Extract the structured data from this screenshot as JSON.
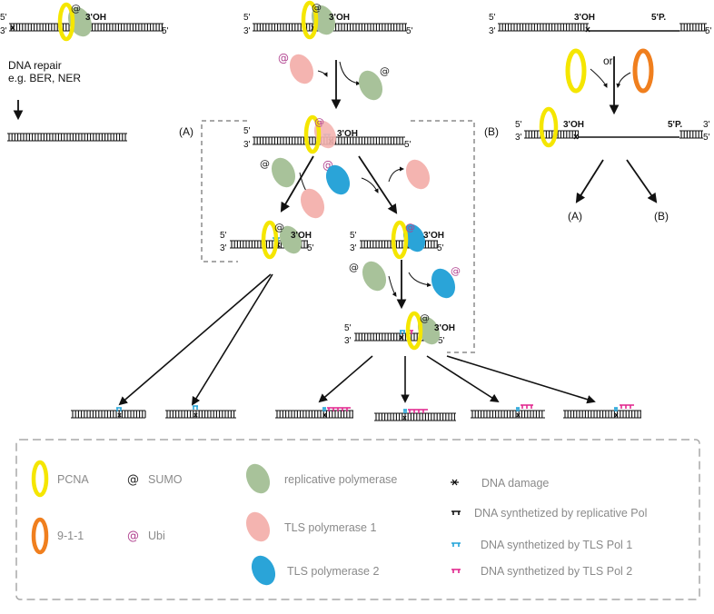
{
  "labels": {
    "five": "5'",
    "three": "3'",
    "oh": "3'OH",
    "five_p": "5'P.",
    "repair_line1": "DNA repair",
    "repair_line2": "e.g. BER, NER",
    "or": "or",
    "branch_a": "(A)",
    "branch_b": "(B)"
  },
  "legend": {
    "pcna": "PCNA",
    "sumo": "SUMO",
    "replicative_pol": "replicative polymerase",
    "dna_damage": "DNA damage",
    "nine_one_one": "9-1-1",
    "ubi": "Ubi",
    "tls_pol1": "TLS polymerase 1",
    "tls_pol2": "TLS polymerase 2",
    "syn_replicative": "DNA synthetized by replicative Pol",
    "syn_tls1": "DNA synthetized by TLS Pol 1",
    "syn_tls2": "DNA synthetized by TLS Pol 2"
  },
  "colors": {
    "pcna": "#f5e600",
    "nine_one_one": "#f07f1e",
    "replicative_pol": "#a8c29a",
    "tls_pol1": "#f4b4b0",
    "tls_pol2": "#2aa4d8",
    "ubi": "#b0418f",
    "sumo": "#222222",
    "tls1_dna": "#21a3d9",
    "tls2_dna": "#e0228c",
    "dashed": "#a8a8a8"
  }
}
